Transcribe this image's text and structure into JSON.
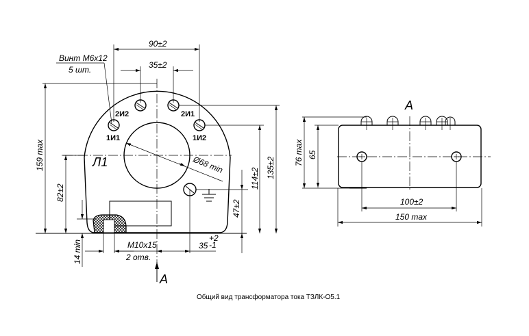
{
  "caption": "Общий вид трансформатора тока ТЗЛК-О5.1",
  "front_view": {
    "terminals": {
      "screw_callout_line1": "Винт М6х12",
      "screw_callout_line2": "5 шт.",
      "labels": [
        "2И2",
        "2И1",
        "1И1",
        "1И2"
      ]
    },
    "primary_label": "Л1",
    "dimensions": {
      "top_outer": "90±2",
      "top_inner": "35±2",
      "height_max": "159 max",
      "axis_height": "82±2",
      "window_diameter": "Ø68 min",
      "terminal_height": "114±2",
      "overall_height": "135±2",
      "ground_height": "47±2",
      "base_min": "14 min",
      "mount_thread_line1": "М10х15",
      "mount_thread_line2": "2 отв.",
      "ground_offset": "35",
      "ground_offset_tol_upper": "+2",
      "ground_offset_tol_lower": "-1"
    },
    "view_marker": "А"
  },
  "side_view": {
    "title": "А",
    "dimensions": {
      "height_max": "76 max",
      "height": "65",
      "hole_spacing": "100±2",
      "length_max": "150 max"
    }
  }
}
